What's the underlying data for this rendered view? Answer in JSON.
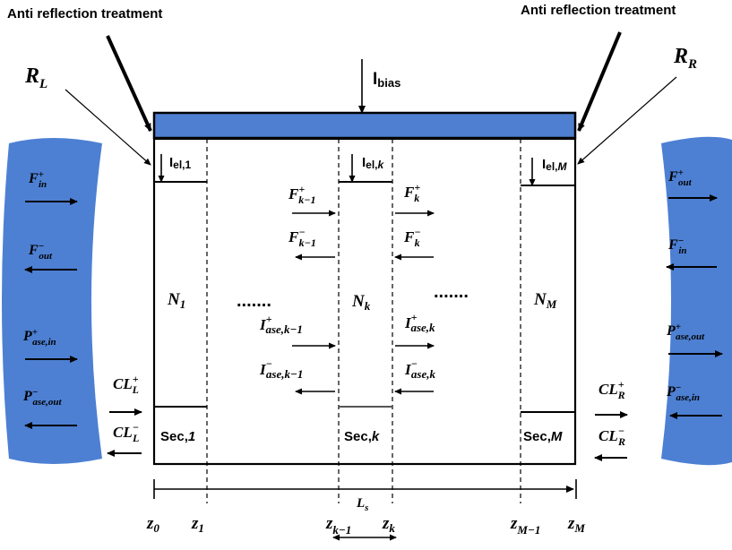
{
  "annotations": {
    "ar_left": "Anti reflection treatment",
    "ar_right": "Anti reflection treatment",
    "refl_left": {
      "main": "R",
      "sub": "L"
    },
    "refl_right": {
      "main": "R",
      "sub": "R"
    },
    "bias": {
      "main": "I",
      "sub": "bias"
    }
  },
  "currents": {
    "el_1": {
      "main": "I",
      "sub": "el,",
      "idx": "1"
    },
    "el_k": {
      "main": "I",
      "sub": "el,",
      "idx": "k"
    },
    "el_m": {
      "main": "I",
      "sub": "el,",
      "idx": "M"
    }
  },
  "sections": {
    "sec_1": {
      "label": "Sec,",
      "idx": "1"
    },
    "sec_k": {
      "label": "Sec,",
      "idx": "k"
    },
    "sec_m": {
      "label": "Sec,",
      "idx": "M"
    }
  },
  "carriers": {
    "n_1": {
      "main": "N",
      "sub": "1"
    },
    "n_k": {
      "main": "N",
      "sub": "k"
    },
    "n_m": {
      "main": "N",
      "sub": "M"
    },
    "ellipsis": "......."
  },
  "fields_inside": {
    "f_plus_km1": {
      "main": "F",
      "sup": "+",
      "sub": "k−1"
    },
    "f_minus_km1": {
      "main": "F",
      "sup": "−",
      "sub": "k−1"
    },
    "f_plus_k": {
      "main": "F",
      "sup": "+",
      "sub": "k"
    },
    "f_minus_k": {
      "main": "F",
      "sup": "−",
      "sub": "k"
    },
    "ase_plus_km1": {
      "main": "I",
      "sup": "+",
      "sub": "ase,k−1"
    },
    "ase_minus_km1": {
      "main": "I",
      "sup": "−",
      "sub": "ase,k−1"
    },
    "ase_plus_k": {
      "main": "I",
      "sup": "+",
      "sub": "ase,k"
    },
    "ase_minus_k": {
      "main": "I",
      "sup": "−",
      "sub": "ase,k"
    }
  },
  "left_port": {
    "f_in_plus": {
      "main": "F",
      "sup": "+",
      "sub": "in"
    },
    "f_out_minus": {
      "main": "F",
      "sup": "−",
      "sub": "out"
    },
    "p_ase_in_plus": {
      "main": "P",
      "sup": "+",
      "sub": "ase,in"
    },
    "p_ase_out_minus": {
      "main": "P",
      "sup": "−",
      "sub": "ase,out"
    },
    "cl_plus": {
      "main": "CL",
      "sup": "+",
      "sub": "L"
    },
    "cl_minus": {
      "main": "CL",
      "sup": "−",
      "sub": "L"
    }
  },
  "right_port": {
    "f_out_plus": {
      "main": "F",
      "sup": "+",
      "sub": "out"
    },
    "f_in_minus": {
      "main": "F",
      "sup": "−",
      "sub": "in"
    },
    "p_ase_out_plus": {
      "main": "P",
      "sup": "+",
      "sub": "ase,out"
    },
    "p_ase_in_minus": {
      "main": "P",
      "sup": "−",
      "sub": "ase,in"
    },
    "cl_plus": {
      "main": "CL",
      "sup": "+",
      "sub": "R"
    },
    "cl_minus": {
      "main": "CL",
      "sup": "−",
      "sub": "R"
    }
  },
  "axis": {
    "length": {
      "main": "L",
      "sub": "s"
    },
    "z0": {
      "main": "z",
      "sub": "0"
    },
    "z1": {
      "main": "z",
      "sub": "1"
    },
    "zkm1": {
      "main": "z",
      "sub": "k−1"
    },
    "zk": {
      "main": "z",
      "sub": "k"
    },
    "zmm1": {
      "main": "z",
      "sub": "M−1"
    },
    "zm": {
      "main": "z",
      "sub": "M"
    }
  },
  "colors": {
    "electrode": "#4F7FD0",
    "lens": "#4D80D3",
    "line": "#000000"
  }
}
